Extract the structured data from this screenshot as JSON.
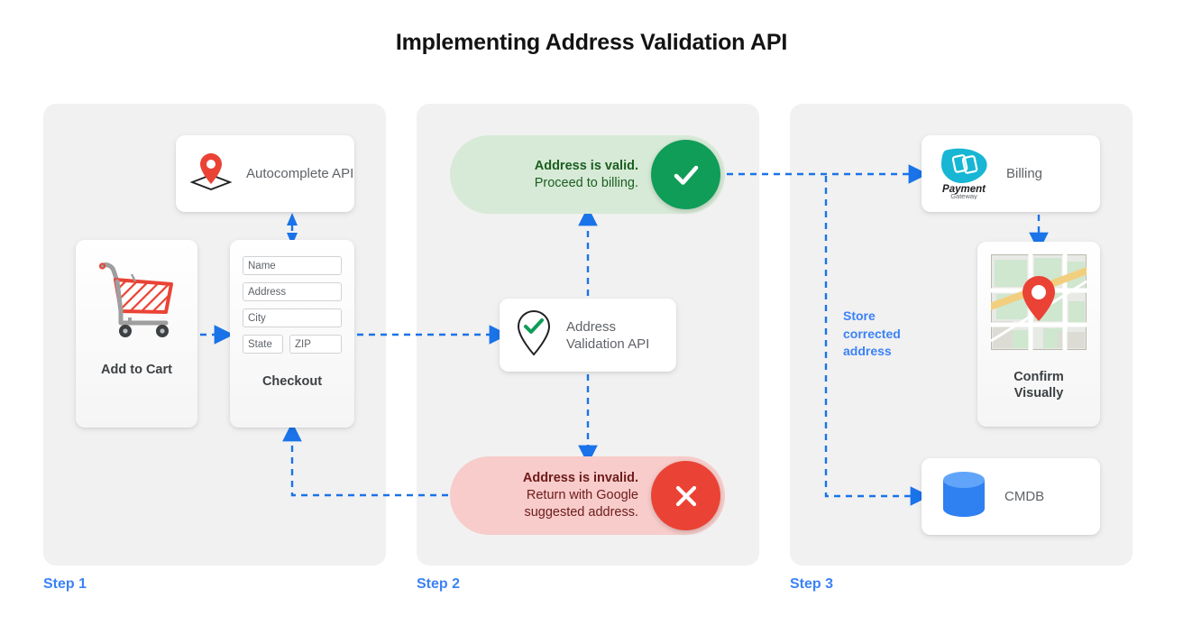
{
  "title": "Implementing Address Validation API",
  "colors": {
    "accent_blue": "#3b82f6",
    "arrow_blue": "#1a73e8",
    "valid_green": "#0f9d58",
    "valid_bg": "#d7ead7",
    "invalid_red": "#ea4335",
    "invalid_bg": "#f7ccca",
    "panel_bg": "#f1f1f1",
    "pin_red": "#ea4335",
    "cmdb_blue": "#2f80f0",
    "payment_cyan": "#17b6d4"
  },
  "steps": [
    {
      "label": "Step 1"
    },
    {
      "label": "Step 2"
    },
    {
      "label": "Step 3"
    }
  ],
  "step1": {
    "autocomplete": {
      "title": "Autocomplete API",
      "icon": "map-pin-diamond-icon"
    },
    "add_to_cart": {
      "label": "Add to Cart",
      "icon": "shopping-cart-icon"
    },
    "checkout": {
      "label": "Checkout",
      "fields": [
        {
          "name": "Name",
          "size": "wide"
        },
        {
          "name": "Address",
          "size": "wide"
        },
        {
          "name": "City",
          "size": "wide"
        },
        {
          "name": "State",
          "size": "sm"
        },
        {
          "name": "ZIP",
          "size": "md"
        }
      ]
    }
  },
  "step2": {
    "valid": {
      "line1": "Address is valid.",
      "line2": "Proceed to billing.",
      "icon": "checkmark-icon"
    },
    "invalid": {
      "line1": "Address is invalid.",
      "line2": "Return with Google",
      "line3": "suggested address.",
      "icon": "close-x-icon"
    },
    "validation_api": {
      "title": "Address Validation API",
      "icon": "map-pin-check-icon"
    }
  },
  "step3": {
    "billing": {
      "label": "Billing",
      "logo_name": "Payment",
      "logo_sub": "Gateway",
      "icon": "payment-gateway-icon"
    },
    "confirm": {
      "line1": "Confirm",
      "line2": "Visually",
      "icon": "map-thumbnail-icon"
    },
    "cmdb": {
      "label": "CMDB",
      "icon": "database-cylinder-icon"
    },
    "store_note": "Store corrected address"
  }
}
